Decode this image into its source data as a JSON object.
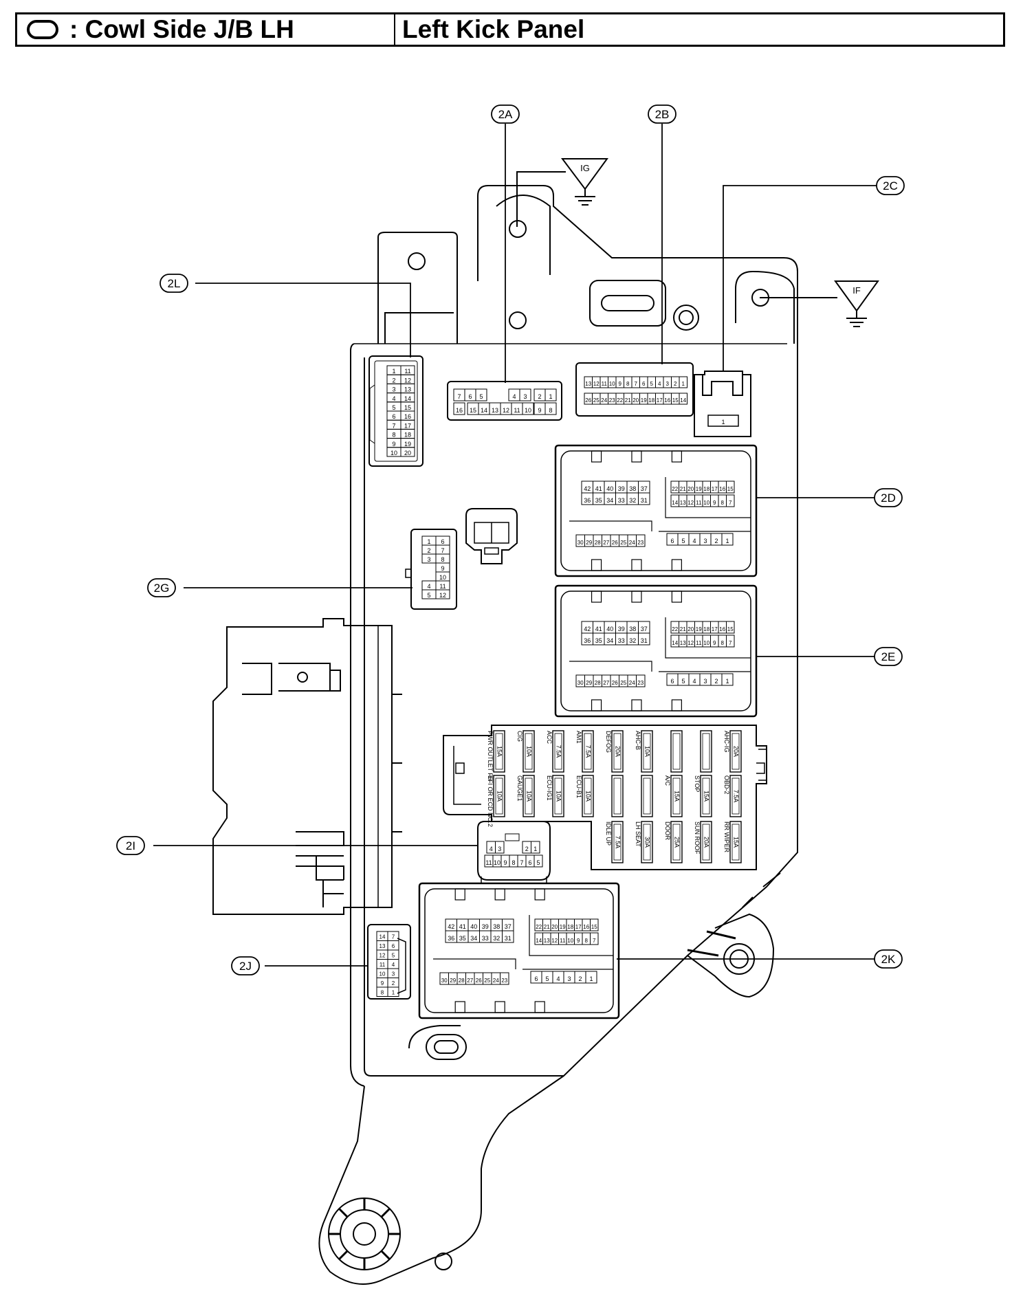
{
  "header": {
    "symbol_icon": "oval-outline-icon",
    "location_label": ": Cowl Side J/B LH",
    "position_label": "Left Kick Panel"
  },
  "callouts": {
    "c2A": "2A",
    "c2B": "2B",
    "c2C": "2C",
    "c2D": "2D",
    "c2E": "2E",
    "c2G": "2G",
    "c2I": "2I",
    "c2J": "2J",
    "c2K": "2K",
    "c2L": "2L"
  },
  "grounds": {
    "ig": "IG",
    "if": "IF"
  },
  "connectors": {
    "c2L": {
      "left": [
        "1",
        "2",
        "3",
        "4",
        "5",
        "6",
        "7",
        "8",
        "9",
        "10"
      ],
      "right": [
        "11",
        "12",
        "13",
        "14",
        "15",
        "16",
        "17",
        "18",
        "19",
        "20"
      ]
    },
    "c2A": {
      "top": [
        "7",
        "6",
        "5",
        "4",
        "3",
        "2",
        "1"
      ],
      "bottom": [
        "16",
        "15",
        "14",
        "13",
        "12",
        "11",
        "10",
        "9",
        "8"
      ]
    },
    "c2B": {
      "top": [
        "13",
        "12",
        "11",
        "10",
        "9",
        "8",
        "7",
        "6",
        "5",
        "4",
        "3",
        "2",
        "1"
      ],
      "bottom": [
        "26",
        "25",
        "24",
        "23",
        "22",
        "21",
        "20",
        "19",
        "18",
        "17",
        "16",
        "15",
        "14"
      ]
    },
    "c2C": {
      "pins": [
        "1"
      ]
    },
    "c2G": {
      "left": [
        "1",
        "2",
        "3",
        "4",
        "5"
      ],
      "right": [
        "6",
        "7",
        "8",
        "9",
        "10",
        "11",
        "12"
      ]
    },
    "big": {
      "a_top": [
        "42",
        "41",
        "40",
        "39",
        "38",
        "37"
      ],
      "a_bot": [
        "36",
        "35",
        "34",
        "33",
        "32",
        "31"
      ],
      "b_top": [
        "22",
        "21",
        "20",
        "19",
        "18",
        "17",
        "16",
        "15"
      ],
      "b_bot": [
        "14",
        "13",
        "12",
        "11",
        "10",
        "9",
        "8",
        "7"
      ],
      "c": [
        "30",
        "29",
        "28",
        "27",
        "26",
        "25",
        "24",
        "23"
      ],
      "d": [
        "6",
        "5",
        "4",
        "3",
        "2",
        "1"
      ]
    },
    "c2I": {
      "top": [
        "4",
        "3",
        "2",
        "1"
      ],
      "bottom": [
        "11",
        "10",
        "9",
        "8",
        "7",
        "6",
        "5"
      ]
    },
    "c2J": {
      "rows": [
        "14 7",
        "13 6",
        "12 5",
        "11 4",
        "10 3",
        "9 2",
        "8 1"
      ]
    }
  },
  "fuses": {
    "row1": [
      {
        "amp": "15A",
        "name": "PWR OUTLET FR"
      },
      {
        "amp": "10A",
        "name": "CIG"
      },
      {
        "amp": "7.5A",
        "name": "ACC"
      },
      {
        "amp": "7.5A",
        "name": "AM1"
      },
      {
        "amp": "20A",
        "name": "DEFOG"
      },
      {
        "amp": "10A",
        "name": "AHC-B"
      },
      {
        "amp": "",
        "name": ""
      },
      {
        "amp": "",
        "name": ""
      },
      {
        "amp": "20A",
        "name": "AHC-IG"
      }
    ],
    "row2": [
      {
        "amp": "10A",
        "name": "EFI OR ECD NO.2"
      },
      {
        "amp": "10A",
        "name": "GAUGE1"
      },
      {
        "amp": "10A",
        "name": "ECU-IG1"
      },
      {
        "amp": "10A",
        "name": "ECU-B1"
      },
      {
        "amp": "",
        "name": ""
      },
      {
        "amp": "",
        "name": ""
      },
      {
        "amp": "15A",
        "name": "A/C"
      },
      {
        "amp": "15A",
        "name": "STOP"
      },
      {
        "amp": "7.5A",
        "name": "OBD-2"
      }
    ],
    "row3": [
      {
        "amp": "7.5A",
        "name": "IDLE UP"
      },
      {
        "amp": "30A",
        "name": "LH SEAT"
      },
      {
        "amp": "25A",
        "name": "DOOR"
      },
      {
        "amp": "20A",
        "name": "SUN ROOF"
      },
      {
        "amp": "15A",
        "name": "RR WIPER"
      }
    ]
  }
}
